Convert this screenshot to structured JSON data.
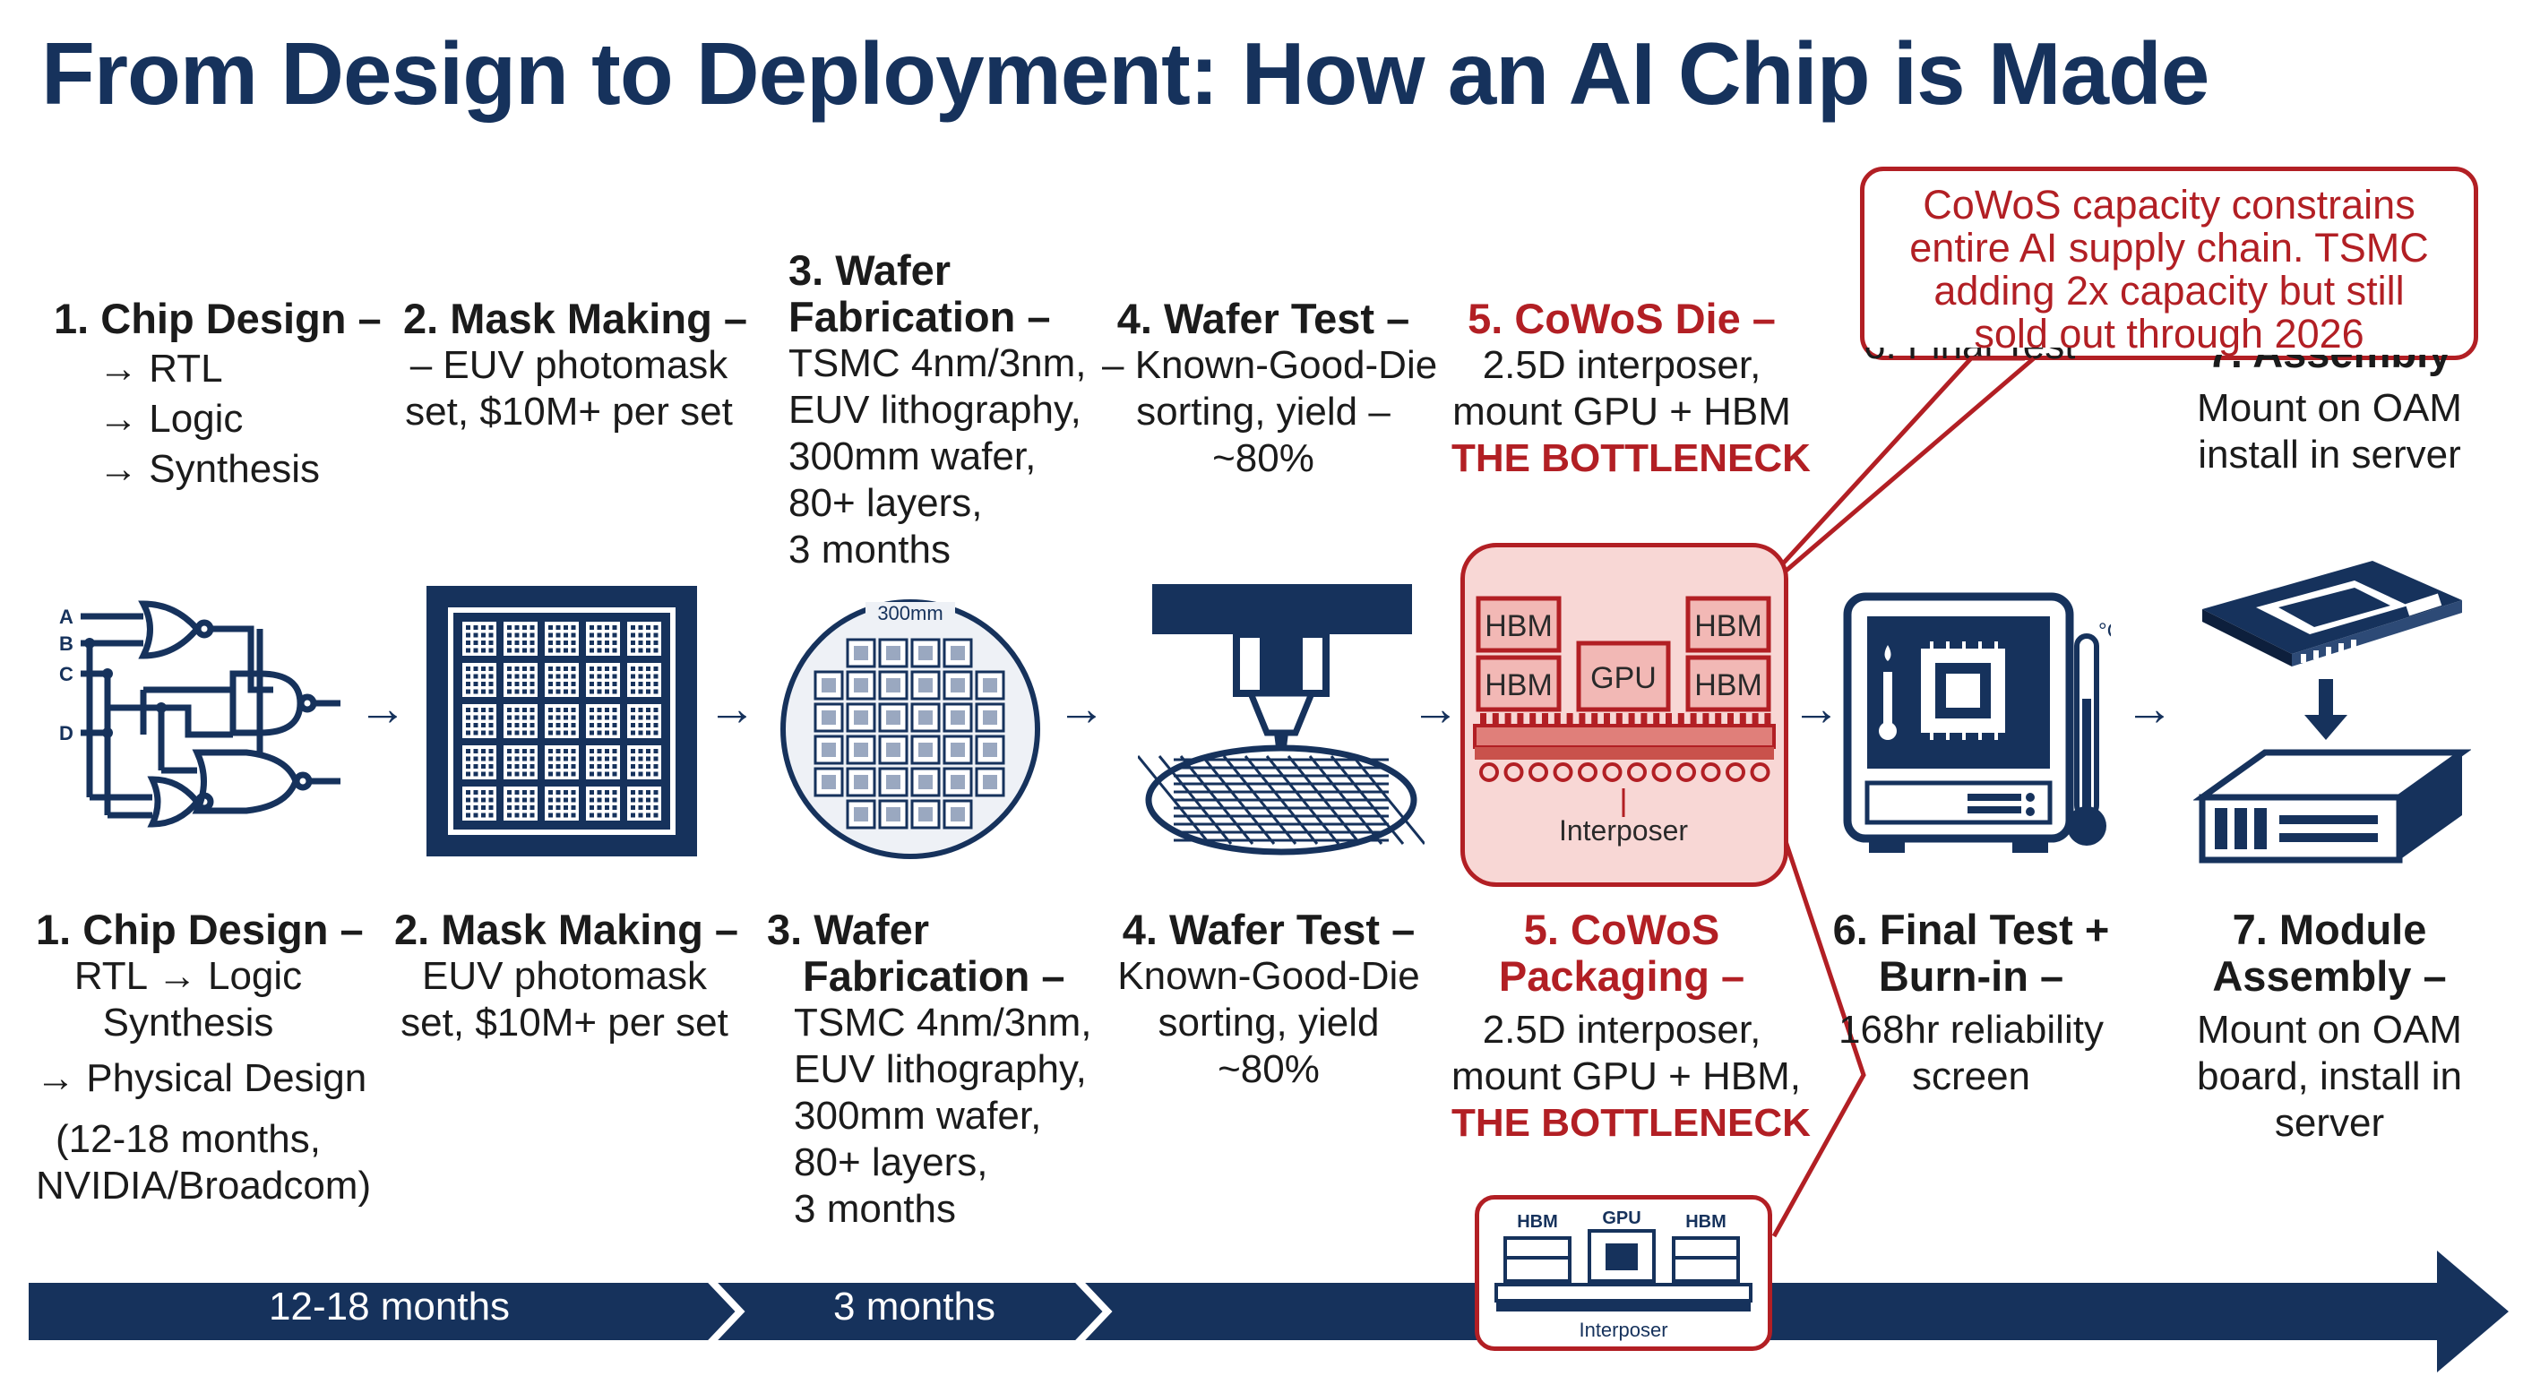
{
  "title": "From Design to Deployment: How an AI Chip is Made",
  "callout": {
    "lines": [
      "CoWoS capacity constrains",
      "entire AI supply chain. TSMC",
      "adding 2x capacity but still",
      "sold out through 2026"
    ]
  },
  "top_row": [
    {
      "heading": "1. Chip Design –",
      "lines": [
        "→ RTL",
        "→ Logic",
        "→ Synthesis"
      ]
    },
    {
      "heading": "2. Mask Making –",
      "lines": [
        "– EUV photomask",
        "set, $10M+ per set"
      ]
    },
    {
      "heading_lines": [
        "3. Wafer",
        "Fabrication –"
      ],
      "lines": [
        "TSMC 4nm/3nm,",
        "EUV lithography,",
        "300mm wafer,",
        "80+ layers,",
        "3 months"
      ]
    },
    {
      "heading": "4. Wafer Test –",
      "lines": [
        "– Known-Good-Die",
        "sorting, yield –",
        "~80%"
      ]
    },
    {
      "heading": "5. CoWoS Die –",
      "lines": [
        "2.5D interposer,",
        "mount GPU + HBM"
      ],
      "emphasis": "THE BOTTLENECK"
    },
    {
      "partial": "6. Final Test"
    },
    {
      "heading": "7. Assembly",
      "lines": [
        "Mount on OAM",
        "install in server"
      ]
    }
  ],
  "bottom_row": [
    {
      "heading": "1. Chip Design –",
      "lines": [
        "RTL → Logic",
        "Synthesis",
        "→ Physical Design",
        "(12-18 months,",
        "NVIDIA/Broadcom)"
      ]
    },
    {
      "heading": "2. Mask Making –",
      "lines": [
        "EUV photomask",
        "set, $10M+ per set"
      ]
    },
    {
      "heading_lines": [
        "3. Wafer",
        "Fabrication –"
      ],
      "lines": [
        "TSMC 4nm/3nm,",
        "EUV lithography,",
        "300mm wafer,",
        "80+ layers,",
        "3 months"
      ]
    },
    {
      "heading": "4. Wafer Test –",
      "lines": [
        "Known-Good-Die",
        "sorting, yield",
        "~80%"
      ]
    },
    {
      "heading_lines": [
        "5. CoWoS",
        "Packaging –"
      ],
      "lines": [
        "2.5D interposer,",
        "mount GPU + HBM,"
      ],
      "emphasis": "THE BOTTLENECK"
    },
    {
      "heading_lines": [
        "6. Final Test +",
        "Burn-in –"
      ],
      "lines": [
        "168hr reliability",
        "screen"
      ]
    },
    {
      "heading_lines": [
        "7. Module",
        "Assembly –"
      ],
      "lines": [
        "Mount on OAM",
        "board, install in",
        "server"
      ]
    }
  ],
  "icons": {
    "logic_inputs": [
      "A",
      "B",
      "C",
      "D"
    ],
    "wafer_label": "300mm",
    "cowos_chips": [
      "HBM",
      "HBM",
      "GPU",
      "HBM",
      "HBM"
    ],
    "cowos_interposer": "Interposer",
    "thermometer_unit": "°C",
    "mini_cowos_chips": [
      "HBM",
      "GPU",
      "HBM"
    ],
    "mini_interposer": "Interposer"
  },
  "timeline": {
    "segments": [
      "12-18 months",
      "3 months"
    ]
  },
  "colors": {
    "navy": "#16325c",
    "red": "#b21f24",
    "pink": "#f8d7d5"
  }
}
